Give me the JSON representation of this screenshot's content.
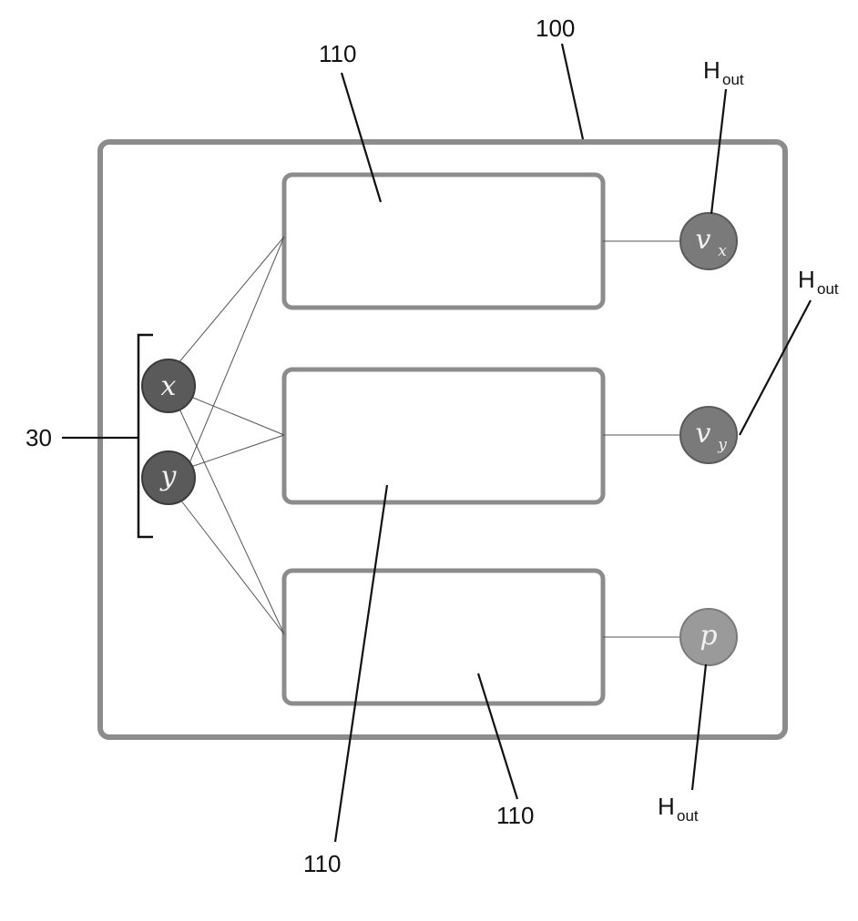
{
  "labels": {
    "system": "100",
    "block_top": "110",
    "block_middle": "110",
    "block_bottom": "110",
    "inputs_group": "30"
  },
  "inputs": [
    {
      "symbol": "x"
    },
    {
      "symbol": "y"
    }
  ],
  "outputs": [
    {
      "symbol": "v",
      "subscript": "x"
    },
    {
      "symbol": "v",
      "subscript": "y"
    },
    {
      "symbol": "p",
      "subscript": ""
    }
  ],
  "hout": {
    "main": "H",
    "sub": "out"
  }
}
